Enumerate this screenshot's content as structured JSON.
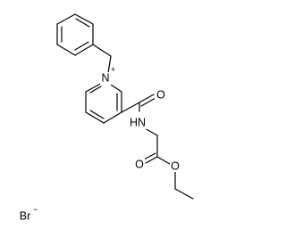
{
  "molecule": {
    "counterion": "Br",
    "counterion_charge": "−",
    "atom_labels": {
      "nitrogen_ring": "N",
      "nitrogen_ring_charge": "+",
      "carbonyl_oxygen_amide": "O",
      "amide_nh": "HN",
      "ester_carbonyl_oxygen": "O",
      "ester_oxygen": "O"
    }
  }
}
